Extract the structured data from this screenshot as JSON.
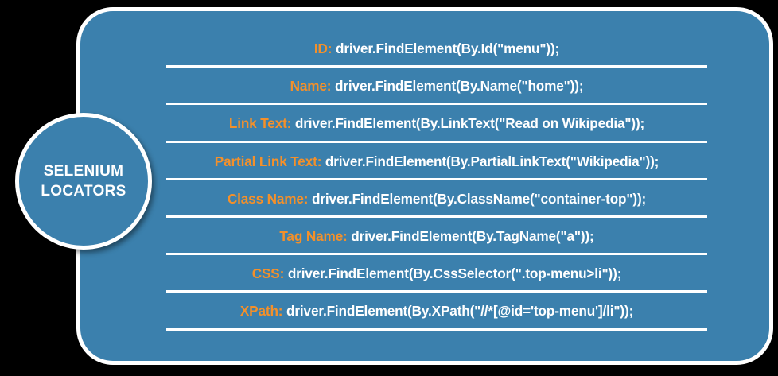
{
  "theme": {
    "panel_blue": "#3b80ad",
    "label_orange": "#f4902a",
    "text_white": "#ffffff",
    "background": "#000000"
  },
  "badge": {
    "line1": "SELENIUM",
    "line2": "LOCATORS"
  },
  "locators": [
    {
      "label": "ID:",
      "code": "driver.FindElement(By.Id(\"menu\"));"
    },
    {
      "label": "Name:",
      "code": "driver.FindElement(By.Name(\"home\"));"
    },
    {
      "label": "Link Text:",
      "code": "driver.FindElement(By.LinkText(\"Read on Wikipedia\"));"
    },
    {
      "label": "Partial Link Text:",
      "code": "driver.FindElement(By.PartialLinkText(\"Wikipedia\"));"
    },
    {
      "label": "Class Name:",
      "code": "driver.FindElement(By.ClassName(\"container-top\"));"
    },
    {
      "label": "Tag Name:",
      "code": "driver.FindElement(By.TagName(\"a\"));"
    },
    {
      "label": "CSS:",
      "code": "driver.FindElement(By.CssSelector(\".top-menu>li\"));"
    },
    {
      "label": "XPath:",
      "code": "driver.FindElement(By.XPath(\"//*[@id='top-menu']/li\"));"
    }
  ]
}
